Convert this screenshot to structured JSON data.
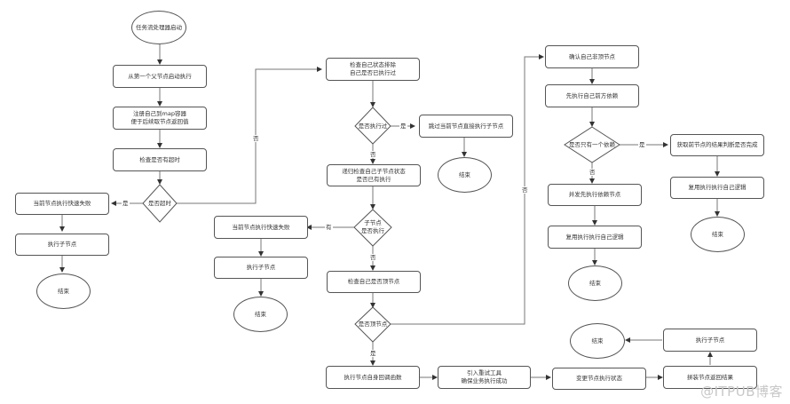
{
  "nodes": {
    "start": "任务流处理器启动",
    "from_first_parent": "从第一个父节点启动执行",
    "register_map": "注册自己到map容器\n便于后续取节点返回值",
    "check_timeout": "检查是否有超时",
    "is_timeout": "是否超时",
    "fail_fast_1": "当前节点执行快速失败",
    "exec_child_1": "执行子节点",
    "end_1": "结束",
    "check_self_state": "检查自己状态排除\n自己是否已执行过",
    "is_executed": "是否执行过",
    "skip_exec_child": "跳过当前节点直接执行子节点",
    "end_2": "结束",
    "recursive_check_children": "递归检查自己子节点状态\n是否已有执行",
    "child_executed": "子节点\n是否执行",
    "fail_fast_2": "当前节点执行快速失败",
    "exec_child_2": "执行子节点",
    "end_3": "结束",
    "check_top_node": "检查自己是否顶节点",
    "is_top_node": "是否顶节点",
    "confirm_non_top": "确认自己非顶节点",
    "exec_deps_first": "先执行自己前方依赖",
    "only_one_dep": "是否只有一个依赖",
    "get_prev_result": "获取前节点的结果判断是否完成",
    "reuse_exec_logic_1": "复用执行执行自己逻辑",
    "end_4": "结束",
    "concurrent_exec_deps": "并发先执行依赖节点",
    "reuse_exec_logic_2": "复用执行执行自己逻辑",
    "end_5": "结束",
    "exec_callback": "执行节点自身回调函数",
    "retry_tool": "引入重试工具\n确保业务执行成功",
    "change_state": "变更节点执行状态",
    "assemble_result": "拼装节点返回结果",
    "exec_child_3": "执行子节点",
    "end_6": "结束"
  },
  "edge_labels": {
    "yes": "是",
    "no": "否",
    "has": "有"
  },
  "watermark": "@ITPUB博客",
  "colors": {
    "stroke": "#555555",
    "text": "#333333",
    "background": "#ffffff",
    "watermark": "#c8c8c8"
  }
}
